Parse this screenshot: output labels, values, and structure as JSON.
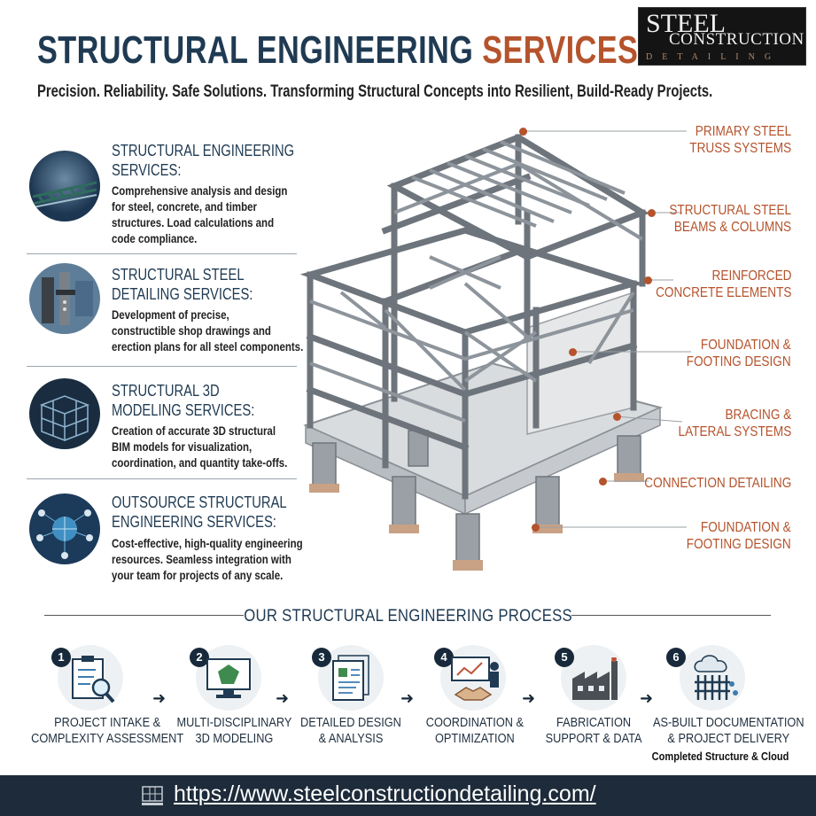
{
  "header": {
    "title_main": "STRUCTURAL ENGINEERING",
    "title_accent": "SERVICES",
    "subtitle": "Precision. Reliability. Safe Solutions. Transforming Structural Concepts into Resilient, Build-Ready Projects."
  },
  "logo": {
    "line1": "STEEL",
    "line2": "CONSTRUCTION",
    "line3": "DETAILING"
  },
  "services": [
    {
      "title": [
        "STRUCTURAL ENGINEERING",
        "SERVICES:"
      ],
      "desc": [
        "Comprehensive analysis and design",
        "for steel, concrete, and timber",
        "structures. Load calculations and",
        "code compliance."
      ]
    },
    {
      "title": [
        "STRUCTURAL STEEL",
        "DETAILING SERVICES:"
      ],
      "desc": [
        "Development of precise,",
        "constructible shop drawings and",
        "erection plans for all steel components."
      ]
    },
    {
      "title": [
        "STRUCTURAL 3D",
        "MODELING SERVICES:"
      ],
      "desc": [
        "Creation of accurate 3D structural",
        "BIM models for visualization,",
        "coordination, and quantity take-offs."
      ]
    },
    {
      "title": [
        "OUTSOURCE STRUCTURAL",
        "ENGINEERING SERVICES:"
      ],
      "desc": [
        "Cost-effective, high-quality engineering",
        "resources. Seamless integration with",
        "your team for projects of any scale."
      ]
    }
  ],
  "callouts": [
    [
      "PRIMARY STEEL",
      "TRUSS SYSTEMS"
    ],
    [
      "STRUCTURAL STEEL",
      "BEAMS & COLUMNS"
    ],
    [
      "REINFORCED",
      "CONCRETE ELEMENTS"
    ],
    [
      "FOUNDATION &",
      "FOOTING DESIGN"
    ],
    [
      "BRACING &",
      "LATERAL SYSTEMS"
    ],
    [
      "CONNECTION DETAILING"
    ],
    [
      "FOUNDATION &",
      "FOOTING DESIGN"
    ]
  ],
  "process": {
    "title": "OUR STRUCTURAL ENGINEERING PROCESS",
    "steps": [
      {
        "num": "1",
        "label": [
          "PROJECT INTAKE &",
          "COMPLEXITY ASSESSMENT"
        ],
        "icon": "clipboard-search-icon"
      },
      {
        "num": "2",
        "label": [
          "MULTI-DISCIPLINARY",
          "3D MODELING"
        ],
        "icon": "monitor-model-icon"
      },
      {
        "num": "3",
        "label": [
          "DETAILED DESIGN",
          "& ANALYSIS"
        ],
        "icon": "drawings-icon"
      },
      {
        "num": "4",
        "label": [
          "COORDINATION &",
          "OPTIMIZATION"
        ],
        "icon": "handshake-icon"
      },
      {
        "num": "5",
        "label": [
          "FABRICATION",
          "SUPPORT & DATA"
        ],
        "icon": "factory-icon"
      },
      {
        "num": "6",
        "label": [
          "AS-BUILT DOCUMENTATION",
          "& PROJECT DELIVERY"
        ],
        "sub": "Completed Structure & Cloud",
        "icon": "cloud-building-icon"
      }
    ]
  },
  "footer": {
    "url": "https://www.steelconstructiondetailing.com/"
  },
  "colors": {
    "navy": "#1f3a52",
    "accent": "#b5532c",
    "footer": "#1d2b3a"
  }
}
